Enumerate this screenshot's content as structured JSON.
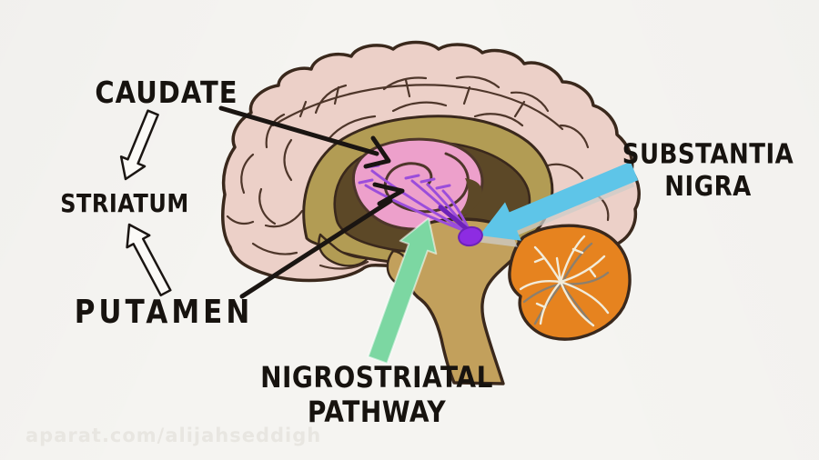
{
  "scene": {
    "description": "Hand-drawn sagittal brain diagram of the nigrostriatal dopamine pathway"
  },
  "labels": {
    "caudate": "CAUDATE",
    "striatum": "STRIATUM",
    "putamen": "PUTAMEN",
    "substantia_nigra_line1": "SUBSTANTIA",
    "substantia_nigra_line2": "NIGRA",
    "nigrostriatal_line1": "NIGROSTRIATAL",
    "nigrostriatal_line2": "PATHWAY"
  },
  "watermark": "aparat.com/alijahseddigh",
  "colors": {
    "background": "#f5f4f1",
    "outline": "#3a281c",
    "sulci": "#4e362a",
    "cortex": "#ecd0c8",
    "cingulate": "#b29c54",
    "inner_dark": "#5c4827",
    "striatum": "#eda0cb",
    "brainstem": "#c2a05c",
    "cerebellum": "#e6831f",
    "cerebellum_branch_gray": "#8b7f6e",
    "cerebellum_branch_white": "#f2ecda",
    "pathway_purple": "#9b4ddb",
    "pathway_dark": "#6d22b8",
    "nigra_dot": "#8d2ce2",
    "pointer_black": "#1a1512",
    "arrow_white_fill": "#fbfaf7",
    "arrow_green": "#7cd7a2",
    "arrow_blue": "#5ec5e8",
    "arrow_blue_shadow": "#cdccc8",
    "label_text": "#17130f",
    "watermark_text": "#e8e6e1"
  }
}
